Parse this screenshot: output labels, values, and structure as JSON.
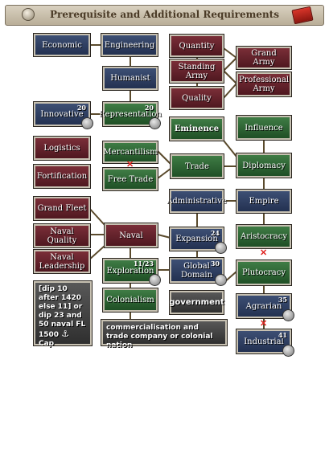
{
  "window": {
    "title": "Prerequisite and Additional Requirements"
  },
  "nodes": {
    "economic": "Economic",
    "engineering": "Engineering",
    "humanist": "Humanist",
    "innovative": "Innovative",
    "innovative_num": "20",
    "representation": "Representation",
    "representation_num": "20",
    "quantity": "Quantity",
    "standing_army": "Standing Army",
    "quality": "Quality",
    "grand_army": "Grand Army",
    "professional_army": "Professional Army",
    "eminence": "Eminence",
    "influence": "Influence",
    "logistics": "Logistics",
    "fortification": "Fortification",
    "mercantilism": "Mercantilism",
    "free_trade": "Free Trade",
    "trade": "Trade",
    "diplomacy": "Diplomacy",
    "administrative": "Administrative",
    "empire": "Empire",
    "grand_fleet": "Grand Fleet",
    "naval_quality": "Naval Quality",
    "naval_leadership": "Naval Leadership",
    "naval": "Naval",
    "expansion": "Expansion",
    "expansion_num": "24",
    "aristocracy": "Aristocracy",
    "exploration": "Exploration",
    "exploration_num": "11/23",
    "global_domain": "Global Domain",
    "global_domain_num": "30",
    "plutocracy": "Plutocracy",
    "colonialism": "Colonialism",
    "government": "government",
    "agrarian": "Agrarian",
    "agrarian_num": "35",
    "industrial": "Industrial",
    "industrial_num": "41"
  },
  "notes": {
    "naval_req": "[dip 10 after 1420 else 11] or dip 23 and 50 naval FL 1500",
    "naval_req_cap": "Cap",
    "colonial_req": "commercialisation and trade company or colonial nation"
  },
  "marks": {
    "x": "✕"
  }
}
